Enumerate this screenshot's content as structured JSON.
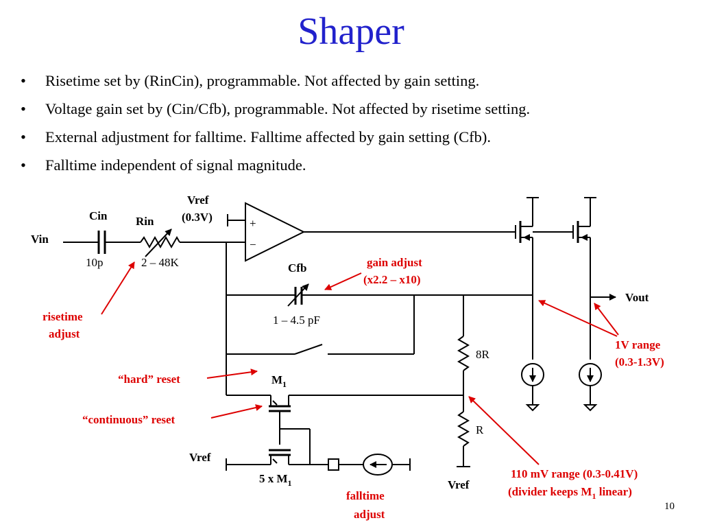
{
  "title": "Shaper",
  "bullets": [
    "Risetime set by (RinCin), programmable.  Not affected by gain setting.",
    "Voltage gain set by (Cin/Cfb), programmable.  Not affected by risetime setting.",
    "External adjustment for falltime.  Falltime affected by gain setting (Cfb).",
    "Falltime independent of signal magnitude."
  ],
  "bullet_char": "•",
  "labels": {
    "vref_top": "Vref",
    "vref_top_value": "(0.3V)",
    "cin": "Cin",
    "rin": "Rin",
    "vin": "Vin",
    "cin_value": "10p",
    "rin_value": "2 – 48K",
    "cfb": "Cfb",
    "cfb_value": "1 – 4.5 pF",
    "vout": "Vout",
    "resistor_8r": "8R",
    "resistor_r": "R",
    "m1": "M",
    "m1_sub": "1",
    "vref_bottom_left": "Vref",
    "five_m1": "5 x M",
    "five_m1_sub": "1",
    "vref_bottom_right": "Vref",
    "slide_number": "10",
    "opamp_plus": "+",
    "opamp_minus": "−"
  },
  "annotations": {
    "gain_adjust_1": "gain adjust",
    "gain_adjust_2": "(x2.2 – x10)",
    "risetime_1": "risetime",
    "risetime_2": "adjust",
    "hard_reset": "“hard” reset",
    "continuous_reset": "“continuous” reset",
    "range_1v_1": "1V range",
    "range_1v_2": "(0.3-1.3V)",
    "range_110_1": "110 mV range (0.3-0.41V)",
    "range_110_2a": "(divider keeps M",
    "range_110_2_sub": "1",
    "range_110_2b": " linear)",
    "falltime_1": "falltime",
    "falltime_2": "adjust"
  },
  "colors": {
    "title": "#2222cc",
    "annotation": "#dd0000",
    "wire": "#000000"
  }
}
